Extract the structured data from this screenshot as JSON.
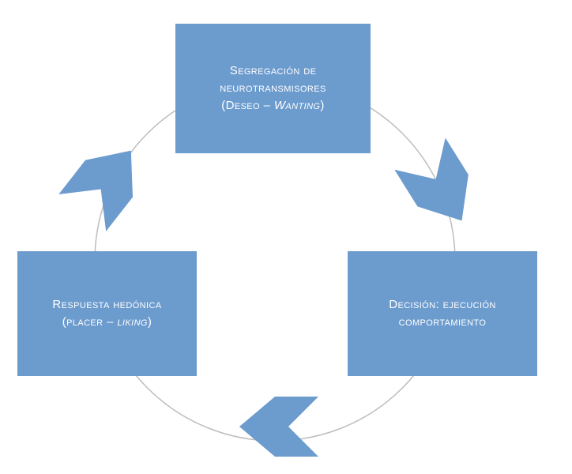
{
  "diagram": {
    "type": "cycle",
    "nodes": {
      "top": {
        "line1": "Segregación de",
        "line2": "neurotransmisores",
        "line3_prefix": "(Deseo – ",
        "line3_italic": "Wanting",
        "line3_suffix": ")"
      },
      "right": {
        "line1": "Decisión: ejecución",
        "line2": "comportamiento"
      },
      "left": {
        "line1": "Respuesta hedónica",
        "line2_prefix": "(placer – ",
        "line2_italic": "liking",
        "line2_suffix": ")"
      }
    },
    "arrows": [
      "top-right",
      "bottom",
      "top-left"
    ],
    "colors": {
      "box_fill": "#6c9bce",
      "arrow_fill": "#6c9bce",
      "circle_stroke": "#bdbdbd",
      "text": "#ffffff",
      "background": "#ffffff"
    }
  }
}
